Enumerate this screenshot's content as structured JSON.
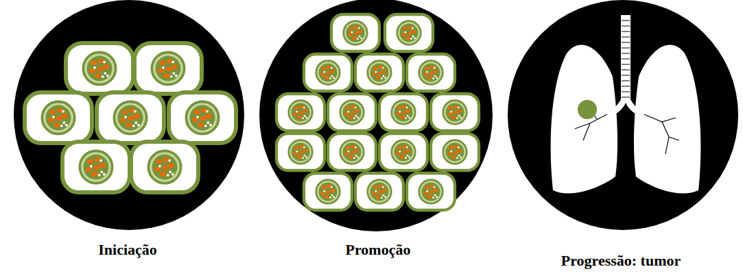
{
  "diagram": {
    "labels": [
      "Iniciação",
      "Promoção",
      "Progressão: tumor"
    ]
  }
}
